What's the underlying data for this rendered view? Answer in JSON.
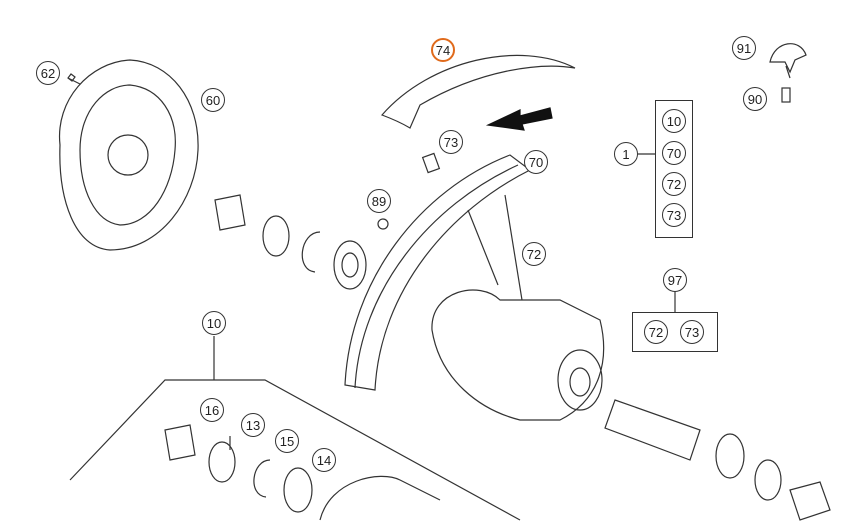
{
  "diagram": {
    "highlight_color": "#e06a1b",
    "callouts": {
      "c74": "74",
      "c91": "91",
      "c90": "90",
      "c62": "62",
      "c60": "60",
      "c73a": "73",
      "c70": "70",
      "c1": "1",
      "c89": "89",
      "c72": "72",
      "c97": "97",
      "c10a": "10",
      "c16": "16",
      "c13": "13",
      "c15": "15",
      "c14": "14"
    },
    "kit_box_1": [
      "10",
      "70",
      "72",
      "73"
    ],
    "kit_box_97": [
      "72",
      "73"
    ]
  }
}
